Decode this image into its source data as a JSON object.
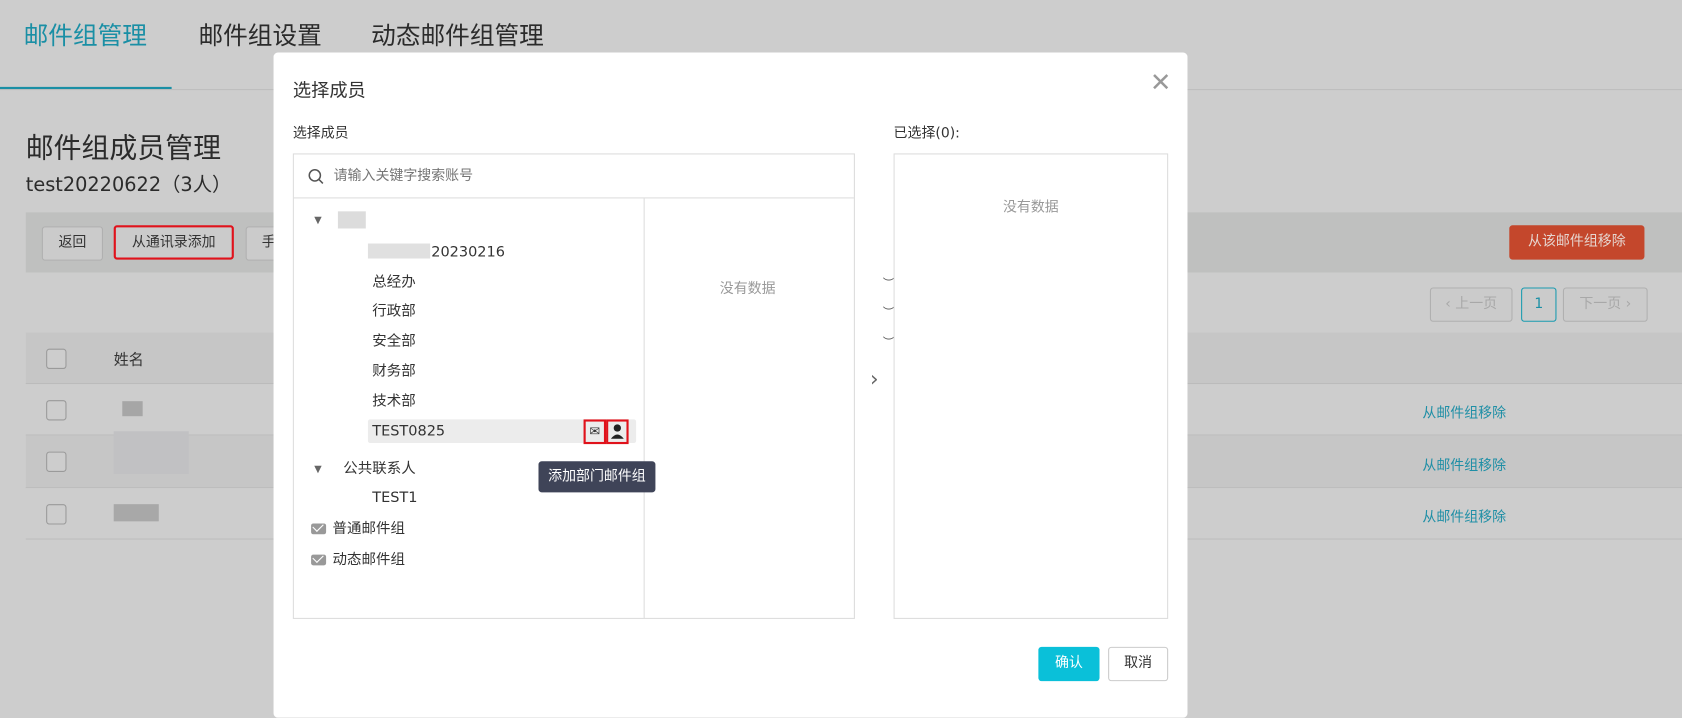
{
  "tabs": [
    {
      "label": "邮件组管理",
      "active": true
    },
    {
      "label": "邮件组设置"
    },
    {
      "label": "动态邮件组管理"
    }
  ],
  "page": {
    "title": "邮件组成员管理",
    "subtitle": "test20220622（3人）"
  },
  "toolbar": {
    "back": "返回",
    "add_from_contacts": "从通讯录添加",
    "manual_partial": "手",
    "remove_from_group": "从该邮件组移除"
  },
  "pagination": {
    "prev": "上一页",
    "current": "1",
    "next": "下一页"
  },
  "table": {
    "header_name": "姓名",
    "row_action": "从邮件组移除",
    "rows": 3
  },
  "colors": {
    "accent": "#1a9bb0",
    "danger": "#c4472c",
    "confirm": "#0ac0d9",
    "tooltip": "#3f4458"
  },
  "modal": {
    "title": "选择成员",
    "left_label": "选择成员",
    "right_label": "已选择(0):",
    "search_placeholder": "请输入关键字搜索账号",
    "tree": {
      "root_suffix": "20230216",
      "departments": [
        "总经办",
        "行政部",
        "安全部",
        "财务部",
        "技术部",
        "TEST0825"
      ],
      "public_contacts": "公共联系人",
      "public_children": [
        "TEST1"
      ],
      "normal_groups": "普通邮件组",
      "dynamic_groups": "动态邮件组"
    },
    "middle_empty": "没有数据",
    "right_empty": "没有数据",
    "tooltip": "添加部门邮件组",
    "confirm": "确认",
    "cancel": "取消"
  }
}
